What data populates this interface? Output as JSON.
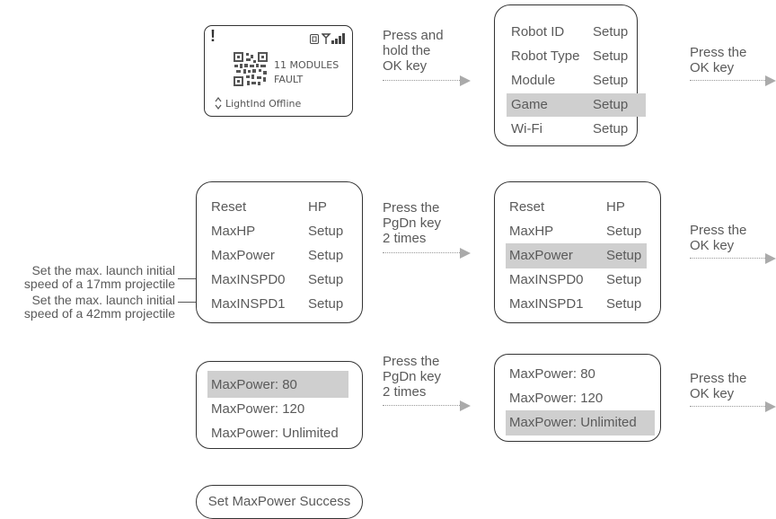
{
  "status_screen": {
    "alert": "!",
    "modules_line1": "11 MODULES",
    "modules_line2": "FAULT",
    "footer": "LightInd Offline",
    "icons": [
      "alert-icon",
      "sim-card-icon",
      "antenna-signal-icon",
      "qr-code-icon",
      "up-down-arrows-icon"
    ]
  },
  "menu1": {
    "rows": [
      {
        "name": "Robot ID",
        "value": "Setup"
      },
      {
        "name": "Robot Type",
        "value": "Setup"
      },
      {
        "name": "Module",
        "value": "Setup"
      },
      {
        "name": "Game",
        "value": "Setup",
        "highlighted": true
      },
      {
        "name": "Wi-Fi",
        "value": "Setup"
      }
    ]
  },
  "menu2": {
    "rows": [
      {
        "name": "Reset",
        "value": "HP"
      },
      {
        "name": "MaxHP",
        "value": "Setup"
      },
      {
        "name": "MaxPower",
        "value": "Setup"
      },
      {
        "name": "MaxINSPD0",
        "value": "Setup"
      },
      {
        "name": "MaxINSPD1",
        "value": "Setup"
      }
    ]
  },
  "menu3": {
    "rows": [
      {
        "name": "Reset",
        "value": "HP"
      },
      {
        "name": "MaxHP",
        "value": "Setup"
      },
      {
        "name": "MaxPower",
        "value": "Setup",
        "highlighted": true
      },
      {
        "name": "MaxINSPD0",
        "value": "Setup"
      },
      {
        "name": "MaxINSPD1",
        "value": "Setup"
      }
    ]
  },
  "power1": {
    "rows": [
      {
        "name": "MaxPower: 80",
        "highlighted": true
      },
      {
        "name": "MaxPower: 120"
      },
      {
        "name": "MaxPower: Unlimited"
      }
    ]
  },
  "power2": {
    "rows": [
      {
        "name": "MaxPower: 80"
      },
      {
        "name": "MaxPower: 120"
      },
      {
        "name": "MaxPower: Unlimited",
        "highlighted": true
      }
    ]
  },
  "success": "Set MaxPower Success",
  "captions": {
    "c1": [
      "Press and",
      "hold the",
      "OK key"
    ],
    "c2": [
      "Press the",
      "OK key"
    ],
    "c3": [
      "Press the",
      "PgDn key",
      "2 times"
    ],
    "c4": [
      "Press the",
      "OK key"
    ],
    "c5": [
      "Press the",
      "PgDn key",
      "2 times"
    ],
    "c6": [
      "Press the",
      "OK key"
    ]
  },
  "notes": {
    "n1": [
      "Set the max. launch initial",
      "speed of a 17mm projectile"
    ],
    "n2": [
      "Set the max. launch initial",
      "speed of a 42mm projectile"
    ]
  },
  "colors": {
    "highlight": "#cfcfcf",
    "border": "#333333",
    "text": "#5a5a5a",
    "arrow": "#aaaaaa"
  }
}
